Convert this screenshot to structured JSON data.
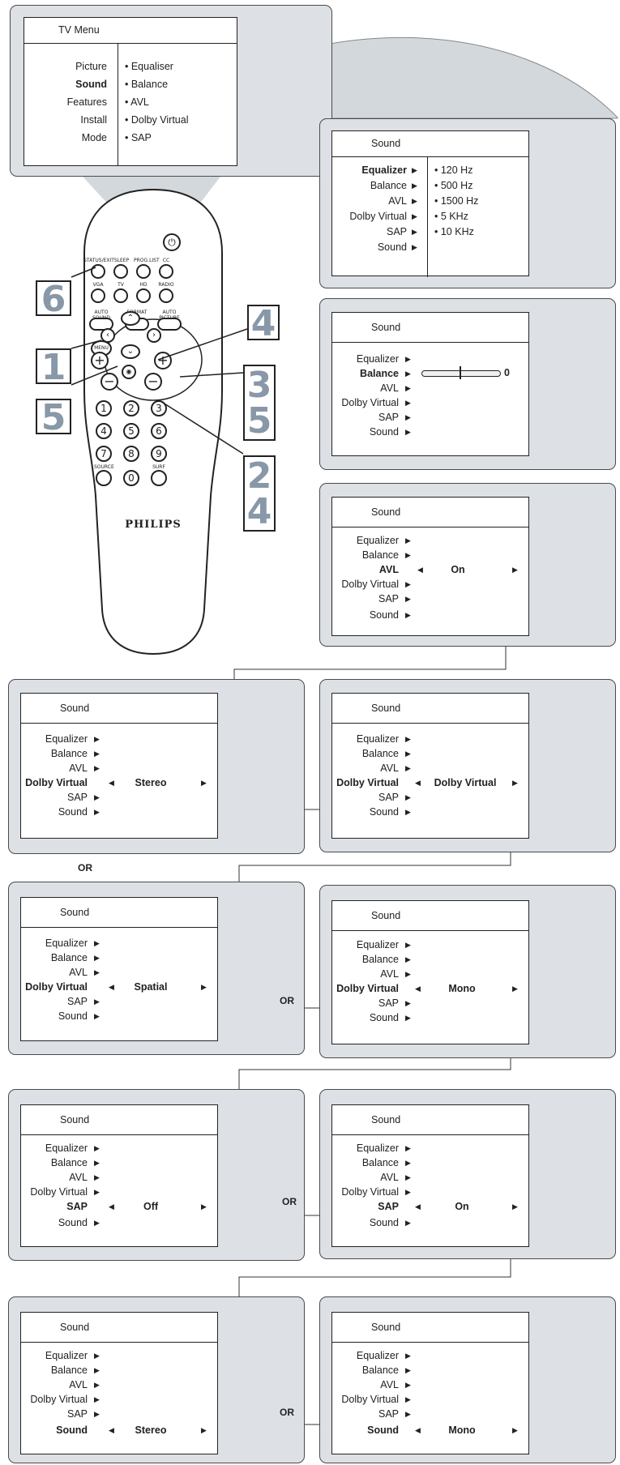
{
  "tv_menu": {
    "title": "TV Menu",
    "left_items": [
      "Picture",
      "Sound",
      "Features",
      "Install",
      "Mode"
    ],
    "right_items": [
      "• Equaliser",
      "• Balance",
      "• AVL",
      "• Dolby Virtual",
      "• SAP"
    ]
  },
  "sound_title": "Sound",
  "equalizer_screen": {
    "items": [
      "Equalizer",
      "Balance",
      "AVL",
      "Dolby Virtual",
      "SAP",
      "Sound"
    ],
    "sub_items": [
      "• 120 Hz",
      "• 500 Hz",
      "• 1500 Hz",
      "• 5 KHz",
      "• 10 KHz"
    ]
  },
  "menu_items": [
    "Equalizer",
    "Balance",
    "AVL",
    "Dolby Virtual",
    "SAP",
    "Sound"
  ],
  "balance_value": "0",
  "balance_level": 0.5,
  "values": {
    "avl_on": "On",
    "dolby_stereo": "Stereo",
    "dolby_virtual": "Dolby Virtual",
    "dolby_spatial": "Spatial",
    "dolby_mono": "Mono",
    "sap_off": "Off",
    "sap_on": "On",
    "sound_stereo": "Stereo",
    "sound_mono": "Mono"
  },
  "or_label": "OR",
  "remote": {
    "brand": "PHILIPS",
    "button_labels": [
      "STATUS/EXIT",
      "SLEEP",
      "PROG.LIST",
      "CC",
      "VGA",
      "TV",
      "HD",
      "RADIO",
      "AUTO SOUND",
      "FORMAT",
      "AUTO PICTURE",
      "MENU",
      "SOURCE",
      "SURF"
    ],
    "digits": [
      "1",
      "2",
      "3",
      "4",
      "5",
      "6",
      "7",
      "8",
      "9",
      "0"
    ]
  },
  "step_numbers": {
    "s6": "6",
    "s1": "1",
    "s5": "5",
    "s4": "4",
    "s35_a": "3",
    "s35_b": "5",
    "s24_a": "2",
    "s24_b": "4"
  }
}
